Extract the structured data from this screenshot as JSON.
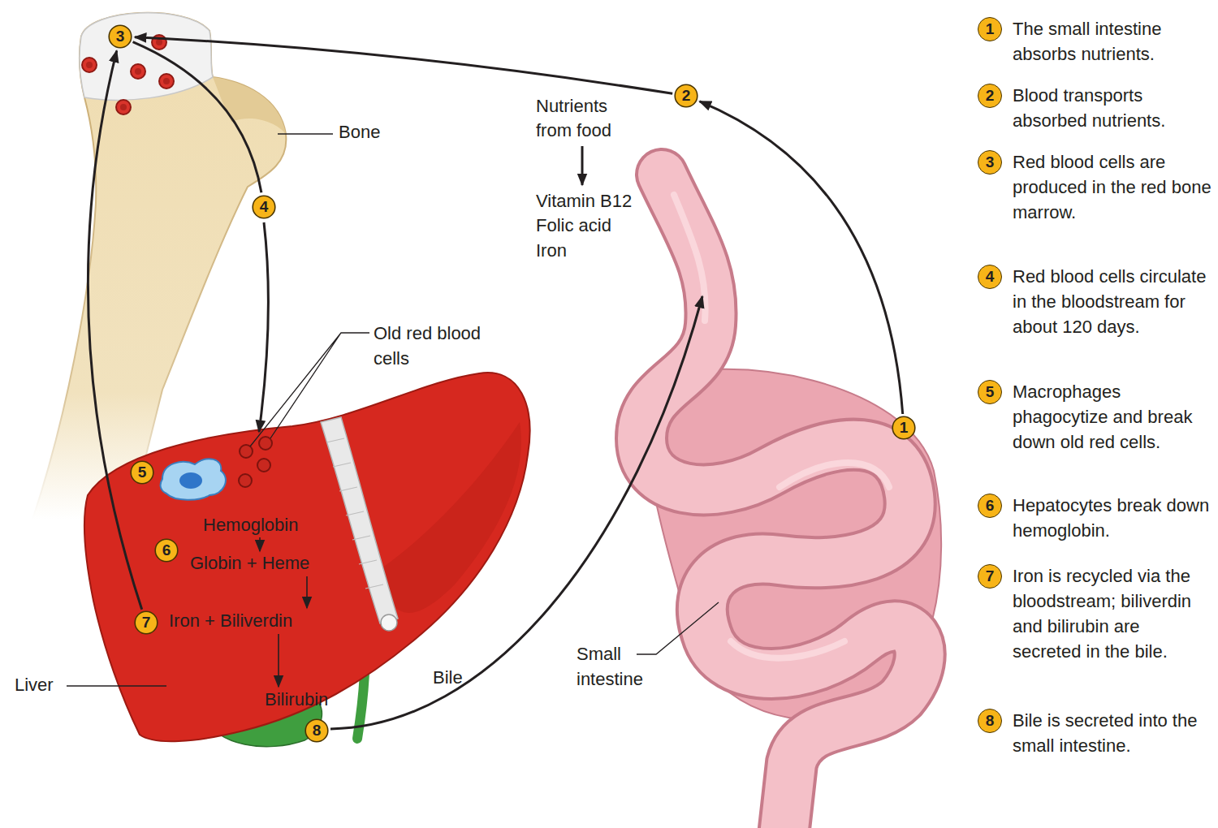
{
  "diagram": {
    "nodes": [
      {
        "text": [
          "1"
        ]
      },
      {
        "text": [
          "2"
        ]
      },
      {
        "text": [
          "3"
        ]
      },
      {
        "text": [
          "4"
        ]
      },
      {
        "text": [
          "5"
        ]
      },
      {
        "text": [
          "6"
        ]
      },
      {
        "text": [
          "7"
        ]
      },
      {
        "text": [
          "8"
        ]
      }
    ],
    "edges": [
      {
        "from": 0,
        "to": 1,
        "arrow": "to"
      },
      {
        "from": 1,
        "to": 2,
        "arrow": "to"
      },
      {
        "from": 2,
        "to": 3,
        "arrow": "none"
      },
      {
        "from": 6,
        "to": 2,
        "arrow": "to"
      }
    ],
    "labels": [
      "Bone",
      "Nutrients from food",
      "Vitamin B12",
      "Folic acid",
      "Iron",
      "Old red blood cells",
      "Hemoglobin",
      "Globin + Heme",
      "Iron + Biliverdin",
      "Bilirubin",
      "Liver",
      "Bile",
      "Small intestine",
      "1",
      "The small intestine absorbs nutrients.",
      "2",
      "Blood transports absorbed nutrients.",
      "3",
      "Red blood cells are produced in the red bone marrow.",
      "4",
      "Red blood cells circulate in the bloodstream for about 120 days.",
      "5",
      "Macrophages phagocytize and break down old red cells.",
      "6",
      "Hepatocytes break down hemoglobin.",
      "7",
      "Iron is recycled via the bloodstream; biliverdin and bilirubin are secreted in the bile.",
      "8",
      "Bile is secreted into the small intestine."
    ]
  }
}
